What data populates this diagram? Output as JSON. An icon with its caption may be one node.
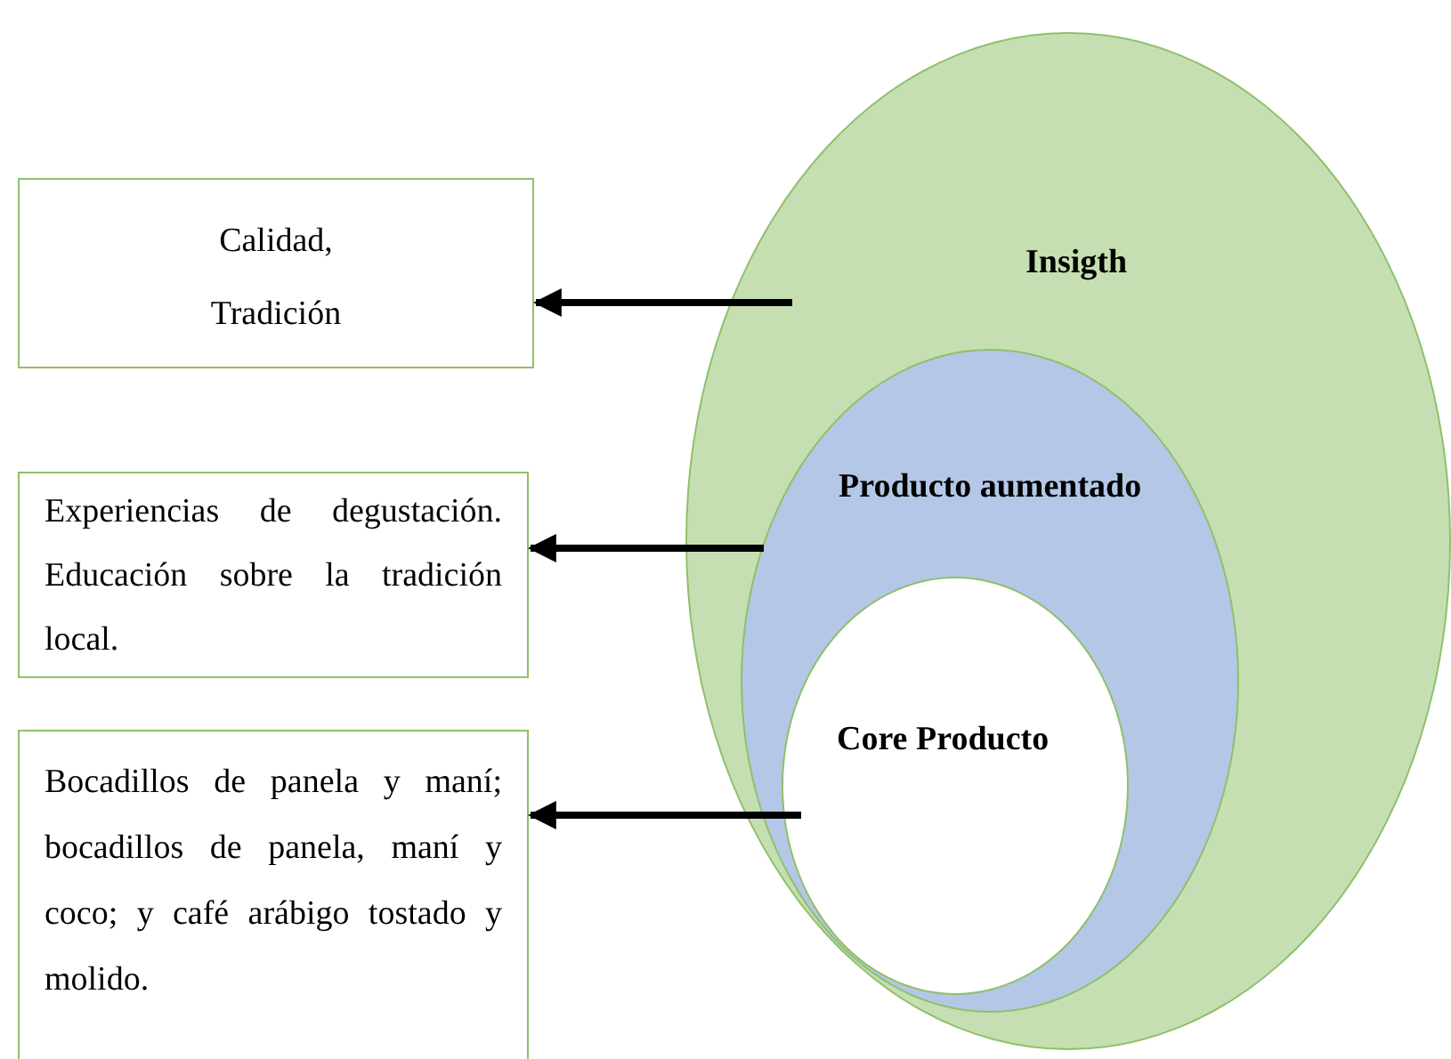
{
  "diagram": {
    "nodes": [
      {
        "text": [
          "Insigth"
        ]
      },
      {
        "text": [
          "Producto aumentado"
        ],
        "in": 0
      },
      {
        "text": [
          "Core Producto"
        ],
        "in": 1
      },
      {
        "text": [
          "Calidad, Tradición"
        ]
      },
      {
        "text": [
          "Experiencias de degustación. Educación sobre la tradición local."
        ]
      },
      {
        "text": [
          "Bocadillos de panela y maní; bocadillos de panela, maní y coco; y café arábigo tostado y molido."
        ]
      }
    ],
    "edges": [
      {
        "from": 0,
        "to": 3,
        "arrow": "to"
      },
      {
        "from": 1,
        "to": 4,
        "arrow": "to"
      },
      {
        "from": 2,
        "to": 5,
        "arrow": "to"
      }
    ]
  }
}
